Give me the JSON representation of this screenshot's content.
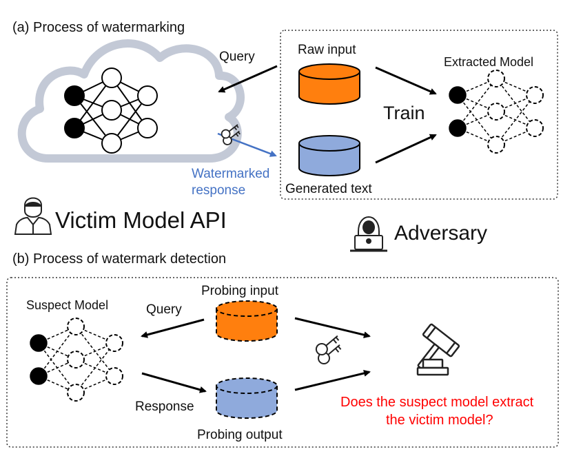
{
  "part_a": {
    "title": "(a) Process of watermarking",
    "query_label": "Query",
    "raw_input_label": "Raw input",
    "generated_text_label": "Generated text",
    "train_label": "Train",
    "extracted_model_label": "Extracted Model",
    "watermarked_line1": "Watermarked",
    "watermarked_line2": "response",
    "victim_label": "Victim Model API",
    "adversary_label": "Adversary"
  },
  "part_b": {
    "title": "(b) Process of watermark detection",
    "suspect_label": "Suspect Model",
    "query_label": "Query",
    "response_label": "Response",
    "probing_input_label": "Probing input",
    "probing_output_label": "Probing output",
    "question_line1": "Does the suspect model extract",
    "question_line2": "the victim model?"
  },
  "colors": {
    "orange": "#FF7F0E",
    "blue": "#8FAADC",
    "cloud": "#C3C9D6",
    "watermark_arrow": "#4472C4",
    "question_text": "#FF0000"
  },
  "icons": {
    "victim": "person-icon",
    "adversary": "hacker-icon",
    "keys": "keys-icon",
    "gavel": "gavel-icon"
  }
}
